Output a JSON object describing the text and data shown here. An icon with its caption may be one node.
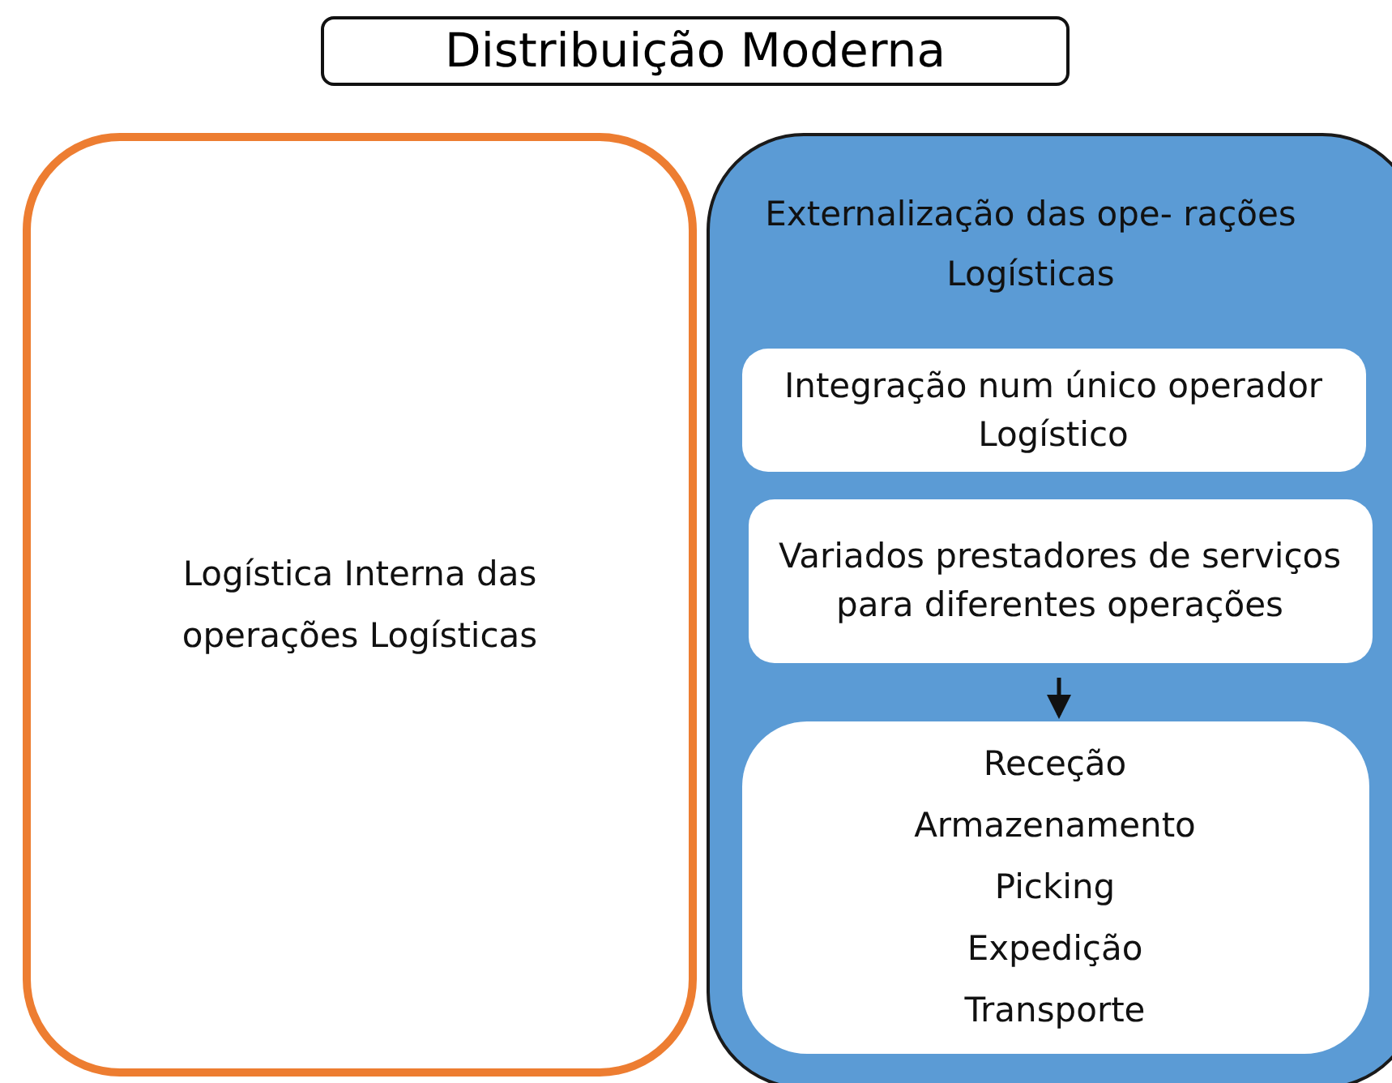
{
  "diagram": {
    "title": "Distribuição Moderna",
    "nodes": [
      {
        "text": [
          "Logística Interna das operações Logísticas"
        ]
      },
      {
        "text": [
          "Externalização das ope- rações Logísticas"
        ]
      },
      {
        "text": [
          "Integração num único operador Logístico"
        ],
        "in": 1
      },
      {
        "text": [
          "Variados prestadores de serviços para diferentes operações"
        ],
        "in": 1
      },
      {
        "text": [
          "Receção",
          "Armazenamento",
          "Picking",
          "Expedição",
          "Transporte"
        ],
        "in": 1
      }
    ],
    "edges": [
      {
        "from": 3,
        "to": 4,
        "arrow": "to"
      }
    ]
  }
}
